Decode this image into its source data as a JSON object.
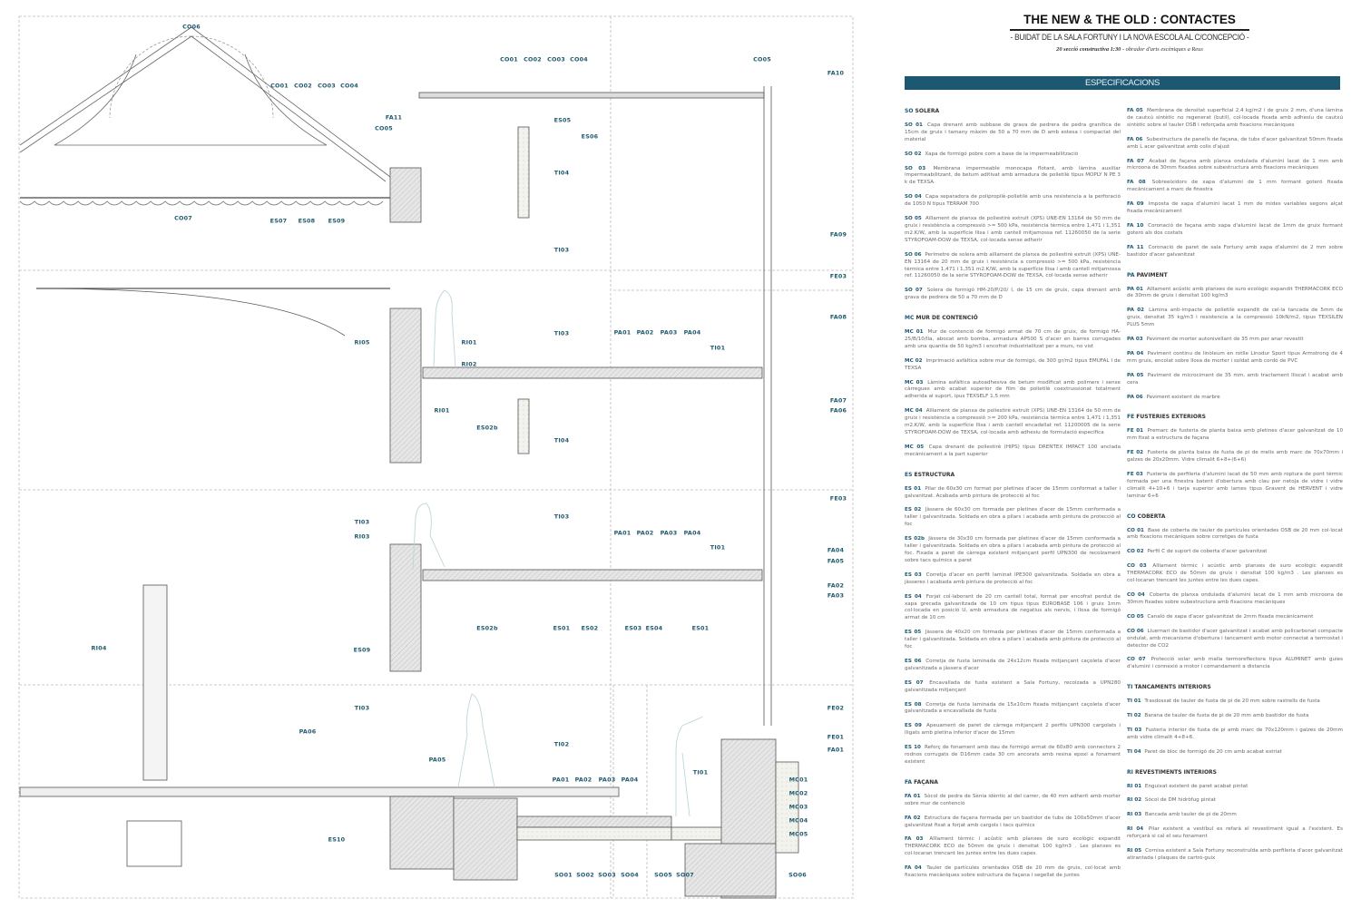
{
  "header": {
    "title": "THE NEW & THE OLD : CONTACTES",
    "subtitle": "- BUIDAT DE LA SALA FORTUNY I LA NOVA ESCOLA AL C/CONCEPCIÓ -",
    "caption_bold": "20 secció constructiva 1:30",
    "caption_rest": " - obrador d'arts escèniques a Reus",
    "band": "ESPECIFICACIONS"
  },
  "colors": {
    "accent": "#1d5873",
    "label": "#1f5a6e"
  },
  "drawing": {
    "labels": [
      "CO06",
      "CO01",
      "CO02",
      "CO03",
      "CO04",
      "FA11",
      "CO05",
      "CO07",
      "ES07",
      "ES08",
      "ES09",
      "CO01",
      "CO02",
      "CO03",
      "CO04",
      "CO05",
      "FA10",
      "ES05",
      "ES06",
      "TI04",
      "TI03",
      "FA09",
      "FE03",
      "FA08",
      "RI05",
      "RI01",
      "TI03",
      "PA01",
      "PA02",
      "PA03",
      "PA04",
      "TI01",
      "RI02",
      "RI01",
      "FA07",
      "FA06",
      "ES02b",
      "TI04",
      "FE03",
      "TI03",
      "RI03",
      "TI03",
      "PA01",
      "PA02",
      "PA03",
      "PA04",
      "TI01",
      "FA04",
      "FA05",
      "FA02",
      "FA03",
      "ES02b",
      "ES01",
      "ES02",
      "ES03",
      "ES04",
      "ES01",
      "RI04",
      "ES09",
      "TI03",
      "FE02",
      "PA06",
      "FE01",
      "FA01",
      "TI02",
      "PA05",
      "TI01",
      "PA01",
      "PA02",
      "PA03",
      "PA04",
      "MC01",
      "MC02",
      "MC03",
      "MC04",
      "MC05",
      "ES10",
      "SO01",
      "SO02",
      "SO03",
      "SO04",
      "SO05",
      "SO07",
      "SO06"
    ]
  },
  "spec": {
    "left": [
      {
        "code": "SO",
        "title": "SOLERA",
        "items": [
          {
            "code": "SO 01",
            "text": "Capa drenant amb subbase de grava de pedrera de pedra granítica de 15cm de gruix i tamany màxim de 50 a 70 mm de D amb estesa i compactat del material"
          },
          {
            "code": "SO 02",
            "text": "Xapa de formigó pobre com a base de la impermeabilització"
          },
          {
            "code": "SO 03",
            "text": "Membrana impermeable monocapa flotant, amb làmina auxiliar impermeabilitzant, de betum aditivat amb armadura de polietilè tipus MOPLY N PE 3 k de TEXSA"
          },
          {
            "code": "SO 04",
            "text": "Capa separadora de polipropilè-polietilè amb una resistencia a la perforació de 1050 N tipus TERRAM 700"
          },
          {
            "code": "SO 05",
            "text": "Aïllament de planxa de poliestirè extruït (XPS) UNE-EN 13164 de 50 mm de gruix i resistència a compressió >= 500 kPa, resistència tèrmica entre 1,471 i 1,351 m2.K/W, amb la superfície llisa i amb cantell mitjamossa ref. 11260050 de la serie STYROFOAM-DOW de TEXSA, col·locada sense adherir"
          },
          {
            "code": "SO 06",
            "text": "Perímetre de solera amb aïllament de planxa de poliestirè extruït (XPS) UNE-EN 13164 de 20 mm de gruix i resistència a compressió >= 500 kPa, resistència tèrmica entre 1,471 i 1,351 m2.K/W, amb la superfície llisa i amb cantell mitjamossa ref. 11260050 de la serie STYROFOAM-DOW de TEXSA, col·locada sense adherir"
          },
          {
            "code": "SO 07",
            "text": "Solera de formigó HM-20/P/20/ I, de 15 cm de gruix, capa drenant amb grava de pedrera de 50 a 70 mm de D"
          }
        ]
      },
      {
        "code": "MC",
        "title": "MUR DE CONTENCIÓ",
        "items": [
          {
            "code": "MC 01",
            "text": "Mur de contenció de formigó armat de 70 cm de gruix, de formigó HA-25/B/10/IIa, abocat amb bomba, armadura AP500 S d'acer en barres corrugades amb una quantia de 50 kg/m3 i encofrat industrialitzat per a murs, no vist"
          },
          {
            "code": "MC 02",
            "text": "Imprimació asfàltica sobre mur de formigó, de 300 gr/m2 tipus EMUFAL I de TEXSA"
          },
          {
            "code": "MC 03",
            "text": "Làmina asfàltica autoadhesiva de betum modificat amb polímers i sense càrregues amb acabat superior de film de polietilè coextrussionat totalment adherida al suport, ipus TEXSELF 1,5 mm"
          },
          {
            "code": "MC 04",
            "text": "Aïllament de planxa de poliestirè extruït (XPS) UNE-EN 13164 de 50 mm de gruix i resistència a compressió >= 200 kPa, resistència tèrmica entre 1,471 i 1,351 m2.K/W, amb la superfície llisa i amb cantell encadellat ref. 11200005 de la serie STYROFOAM-DOW de TEXSA, col·locada amb adhesiu de formulació específica"
          },
          {
            "code": "MC 05",
            "text": "Capa drenant de poliestirè (HIPS) tipus DRENTEX IMPACT 100 anclada mecànicament a la part superior"
          }
        ]
      },
      {
        "code": "ES",
        "title": "ESTRUCTURA",
        "items": [
          {
            "code": "ES 01",
            "text": "Pilar de 60x30 cm format per pletines d'acer de 15mm conformat a taller i galvanitzat. Acabada amb pintura de protecció al foc"
          },
          {
            "code": "ES 02",
            "text": "Jàssera de 60x30 cm formada per pletines d'acer de 15mm conformada a taller i galvanitzada. Soldada en obra a pilars i acabada amb pintura de protecció al foc"
          },
          {
            "code": "ES 02b",
            "text": "Jàssera de 30x30 cm formada per pletines d'acer de 15mm conformada a taller i galvanitzada. Soldada en obra a pilars i acabada amb pintura de protecció al foc. Fixada a paret de càrrega existent mitjançant perfil UPN300 de recolzament sobre tacs químics a paret"
          },
          {
            "code": "ES 03",
            "text": "Corretja d'acer en perfit laminat IPE300 galvanitzada. Soldada en obra a jàsseres i acabada amb pintura de protecció al foc"
          },
          {
            "code": "ES 04",
            "text": "Forjat col·laborant de 20 cm cantell total, format per encofrat perdut de xapa grecada galvanitzada de 10 cm tipus tipus EUROBASE 106 i gruix 1mm col·locada en posició U, amb armadura de negatius als nervis, i llosa de formigó armat de 10 cm"
          },
          {
            "code": "ES 05",
            "text": "Jàssera de 40x20 cm formada per pletines d'acer de 15mm conformada a taller i galvanitzada. Soldada en obra a pilars i acabada amb pintura de protecció al foc"
          },
          {
            "code": "ES 06",
            "text": "Corretja de fusta laminada de 24x12cm fixada mitjançant caçoleta d'acer galvanitzada a jàssera d'acer"
          },
          {
            "code": "ES 07",
            "text": "Encavallada de fusta existent a Sala Fortuny, recolzada a UPN280 galvanitzada mitjançant"
          },
          {
            "code": "ES 08",
            "text": "Corretja de fusta laminada de 15x10cm fixada mitjançant caçoleta d'acer galvanitzada a encavallada de fusta"
          },
          {
            "code": "ES 09",
            "text": "Apeuament de paret de càrrega mitjançant 2 perfils UPN300 cargolats i lligats amb pletina inferior d'acer de 15mm"
          },
          {
            "code": "ES 10",
            "text": "Reforç de fonament amb dau de formigó armat de 60x80 amb connectors 2 rodnos corrugats de D16mm cada 30 cm ancorats amb resina epoxi a fonament existent"
          }
        ]
      },
      {
        "code": "FA",
        "title": "FAÇANA",
        "items": [
          {
            "code": "FA 01",
            "text": "Sòcol de pedra de Sènia idèntic al del carrer, de 40 mm adherit amb morter sobre mur de contenció"
          },
          {
            "code": "FA 02",
            "text": "Estructura de façana formada per un bastidor de tubs de 100x50mm d'acer galvanitzat fixat a forjat amb cargols i tacs químics"
          },
          {
            "code": "FA 03",
            "text": "Aïllament tèrmic i acústic amb planxes de suro ecològic expandit THERMACORK ECO de 50mm de gruix i densitat 100 kg/m3 . Les planxes es col·locaran trencant les juntes entre les dues capes."
          },
          {
            "code": "FA 04",
            "text": "Tauler de partícules orientades OSB de 20 mm de gruix, col·locat amb fixacions mecàniques sobre estructura de façana i segellat de juntes"
          }
        ]
      }
    ],
    "right": [
      {
        "code": "",
        "title": "",
        "items": [
          {
            "code": "FA 05",
            "text": "Membrana de densitat superficial 2,4 kg/m2 i de gruix 2 mm, d'una làmina de cautxú sintètic no regenerat (butil), col·locada fixada amb adhesiu de cautxú sintètic sobre el tauler OSB i reforçada amb fixacions mecàniques"
          },
          {
            "code": "FA 06",
            "text": "Subestructura de panells de façana, de tubs d'acer galvanitzat 50mm fixada amb L acer galvanitzat amb colis d'ajust"
          },
          {
            "code": "FA 07",
            "text": "Acabat de façana amb planxa ondulada d'alumini lacat de 1 mm amb microona de 30mm fixades sobre subestructura amb fixacions mecàniques"
          },
          {
            "code": "FA 08",
            "text": "Sobreeixidors de xapa d'alumini de 1 mm formant goteró fixada mecànicament a marc de finestra"
          },
          {
            "code": "FA 09",
            "text": "Imposta de xapa d'alumini lacat 1 mm de mides variables segons alçat fixada mecànicament"
          },
          {
            "code": "FA 10",
            "text": "Coronació de façana amb xapa d'alumini lacat de 1mm de gruix formant goteró als dos costats"
          },
          {
            "code": "FA 11",
            "text": "Coronació de paret de sala Fortuny amb xapa d'alumini de 2 mm sobre bastidor d'acer galvanitzat"
          }
        ]
      },
      {
        "code": "PA",
        "title": "PAVIMENT",
        "items": [
          {
            "code": "PA 01",
            "text": "Aïllament acústic amb planxes de suro ecològic expandit THERMACORK ECO de 30mm de gruix i densitat 100 kg/m3"
          },
          {
            "code": "PA 02",
            "text": "Làmina anti-impacte de polietilè expandit de cel·la tancada de 5mm de gruix, densitat 35 kg/m3 i resistencia a la compressió 10kN/m2, tipus TEXSILEN PLUS 5mm"
          },
          {
            "code": "PA 03",
            "text": "Paviment de morter autonivellant de 35 mm per anar revestit"
          },
          {
            "code": "PA 04",
            "text": "Paviment continu de linòleum en rotlle Linodur Sport tipus Armstrong de 4 mm gruix, encolat sobre llosa de morter i soldat amb cordó de PVC"
          },
          {
            "code": "PA 05",
            "text": "Paviment de microciment de 35 mm, amb tractament lliscat i acabat amb cera"
          },
          {
            "code": "PA 06",
            "text": "Paviment existent de marbre"
          }
        ]
      },
      {
        "code": "FE",
        "title": "FUSTERIES EXTERIORS",
        "items": [
          {
            "code": "FE 01",
            "text": "Premarc de fusteria de planta baixa amb pletines d'acer galvanitzat de 10 mm fixat a estructura de façana"
          },
          {
            "code": "FE 02",
            "text": "Fusteria de planta baixa de fusta de pi de melis amb marc de 70x70mm i galzes de 20x20mm. Vidre climalit 6+8+(6+6)"
          },
          {
            "code": "FE 03",
            "text": "Fusteria de perfileria d'alumini lacat de 50 mm amb roptura de pont tèrmic formada per una finestra batent d'obertura amb clau per netoja de vidre i vidre climalit 4+10+6 i tarja superior amb lames tipus Gravent de HERVENT i vidre laminar 6+6"
          }
        ]
      },
      {
        "code": "CO",
        "title": "COBERTA",
        "items": [
          {
            "code": "CO 01",
            "text": "Base de coberta de tauler de partícules orientades OSB de 20 mm col·locat amb fixacions mecàniques sobre corretges de fusta"
          },
          {
            "code": "CO 02",
            "text": "Perfil C de suport de coberta d'acer galvanitzat"
          },
          {
            "code": "CO 03",
            "text": "Aïllament tèrmic i acústic amb planxes de suro ecològic expandit THERMACORK ECO de 50mm de gruix i densitat 100 kg/m3 . Les planxes es col·locaran trencant les juntes entre les dues capes."
          },
          {
            "code": "CO 04",
            "text": "Coberta de planxa ondulada d'alumini lacat de 1 mm amb microona de 30mm fixades sobre subestructura amb fixacions mecàniques"
          },
          {
            "code": "CO 05",
            "text": "Canaló de xapa d'acer galvanitzat de 2mm fixada mecànicament"
          },
          {
            "code": "CO 06",
            "text": "Lluernari de bastidor d'acer galvanitzat i acabat amb policarbonat compacte ondulat, amb mecanisme d'obertura i tancament amb motor connectat a termostat i detector de CO2"
          },
          {
            "code": "CO 07",
            "text": "Protecció solar amb malla termoreflectora tipus ALUMINET amb guies d'alumini i connexió a motor i comandament a distancia"
          }
        ]
      },
      {
        "code": "TI",
        "title": "TANCAMENTS INTERIORS",
        "items": [
          {
            "code": "TI 01",
            "text": "Trasdossat de tauler de fusta de pi de 20 mm sobre rastrells de fusta"
          },
          {
            "code": "TI 02",
            "text": "Barana de tauler de fusta de pi de 20 mm amb bastidor de fusta"
          },
          {
            "code": "TI 03",
            "text": "Fusteria interior de fusta de pi amb marc de 70x120mm i galzes de 20mm amb vidre climalit 4+8+6."
          },
          {
            "code": "TI 04",
            "text": "Paret de bloc de formigó de 20 cm amb acabat estriat"
          }
        ]
      },
      {
        "code": "RI",
        "title": "REVESTIMENTS INTERIORS",
        "items": [
          {
            "code": "RI 01",
            "text": "Enguixat existent de paret acabat pintat"
          },
          {
            "code": "RI 02",
            "text": "Sòcol de DM hidròfug pintat"
          },
          {
            "code": "RI 03",
            "text": "Bancada amb tauler de pi de 20mm"
          },
          {
            "code": "RI 04",
            "text": "Pilar existent a vestíbul es refarà el revestiment igual a l'existent. Es reforçarà si cal el seu fonament"
          },
          {
            "code": "RI 05",
            "text": "Cornisa existent a Sala Fortuny reconstruïda amb perfileria d'acer galvanitzat atirantada i plaques de cartró-guix"
          }
        ]
      }
    ]
  }
}
